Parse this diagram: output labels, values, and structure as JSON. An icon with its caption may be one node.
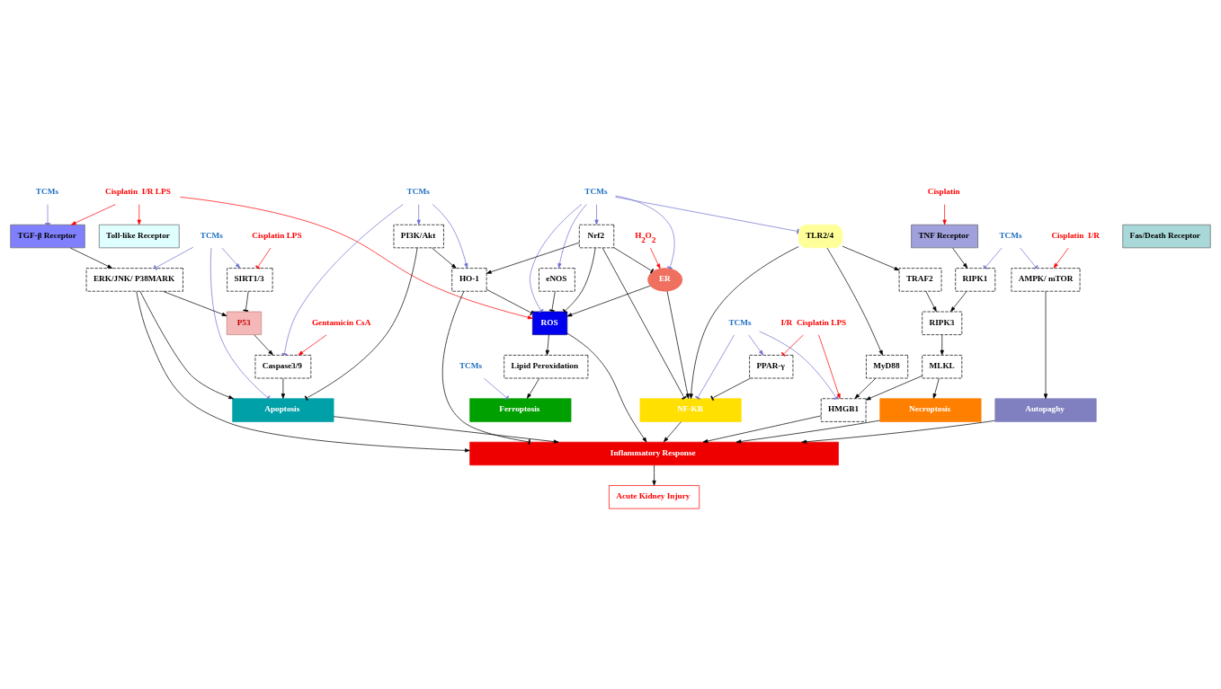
{
  "diagram": {
    "nodes": [
      {
        "text": [
          "Gentamicin CsA"
        ]
      },
      {
        "text": [
          "Cisplatin LPS"
        ]
      },
      {
        "text": [
          "TCMs"
        ]
      },
      {
        "text": [
          "Cisplatin  I/R LPS"
        ]
      },
      {
        "text": [
          "I/R  Cisplatin LPS"
        ]
      },
      {
        "text": [
          "Cisplatin"
        ]
      },
      {
        "text": [
          "Cisplatin  I/R"
        ]
      },
      {
        "text": [
          "TGF-β Receptor"
        ]
      },
      {
        "text": [
          "Toll-like Receptor"
        ]
      },
      {
        "text": [
          "TNF Receptor"
        ]
      },
      {
        "text": [
          "Fas/Death Receptor"
        ]
      },
      {
        "text": [
          "TLR2/4"
        ]
      },
      {
        "text": [
          "eNOS"
        ]
      },
      {
        "text": [
          "TCMs"
        ]
      },
      {
        "text": [
          "ROS"
        ]
      },
      {
        "text": [
          "MyD88"
        ]
      },
      {
        "text": [
          "TRAF2"
        ]
      },
      {
        "text": [
          "TCMs"
        ]
      },
      {
        "text": [
          "RIPK1"
        ]
      },
      {
        "text": [
          "AMPK/ mTOR"
        ]
      },
      {
        "text": [
          "TCMs"
        ]
      },
      {
        "text": [
          "ERK/JNK/ P38MARK"
        ]
      },
      {
        "text": [
          "SIRT1/3"
        ]
      },
      {
        "text": [
          "P53"
        ]
      },
      {
        "text": [
          "PI3K/Akt"
        ]
      },
      {
        "text": [
          "ER"
        ]
      },
      {
        "text": [
          "H$_{2}$O$_{2}$"
        ]
      },
      {
        "text": [
          "HO-1"
        ]
      },
      {
        "text": [
          "Nrf2"
        ]
      },
      {
        "text": [
          "RIPK3"
        ]
      },
      {
        "text": [
          "MLKL"
        ]
      },
      {
        "text": [
          "PPAR-γ"
        ]
      },
      {
        "text": [
          "Lipid Peroxidation"
        ]
      },
      {
        "text": [
          "HMGB1"
        ]
      },
      {
        "text": [
          "Caspase3/9"
        ]
      },
      {
        "text": [
          "TCMs"
        ]
      },
      {
        "text": [
          "TCMs"
        ]
      },
      {
        "text": [
          "TCMs"
        ]
      },
      {
        "text": [
          "Apoptosis"
        ]
      },
      {
        "text": [
          "Ferroptosis"
        ]
      },
      {
        "text": [
          "NF-KB"
        ]
      },
      {
        "text": [
          "Necroptosis"
        ]
      },
      {
        "text": [
          "Autopaghy"
        ]
      },
      {
        "text": [
          "Inflammatory Response"
        ]
      },
      {
        "text": [
          "Acute Kidney Injury"
        ]
      }
    ],
    "edges": [
      {
        "from": 0,
        "to": 34,
        "arrow": "to",
        "color": "#ff0000"
      },
      {
        "from": 1,
        "to": 22,
        "arrow": "other",
        "color": "#ff0000"
      },
      {
        "from": 2,
        "to": 7,
        "arrow": "other",
        "color": "#7070d0"
      },
      {
        "from": 3,
        "to": 7,
        "arrow": "to",
        "color": "#ff0000"
      },
      {
        "from": 3,
        "to": 8,
        "arrow": "to",
        "color": "#ff0000"
      },
      {
        "from": 3,
        "to": 14,
        "arrow": "to",
        "color": "#ff0000"
      },
      {
        "from": 4,
        "to": 31,
        "arrow": "other",
        "color": "#ff0000"
      },
      {
        "from": 4,
        "to": 33,
        "arrow": "to",
        "color": "#ff0000"
      },
      {
        "from": 5,
        "to": 9,
        "arrow": "to",
        "color": "#ff0000"
      },
      {
        "from": 6,
        "to": 19,
        "arrow": "to",
        "color": "#ff0000"
      },
      {
        "from": 7,
        "to": 21,
        "arrow": "to"
      },
      {
        "from": 9,
        "to": 18,
        "arrow": "to"
      },
      {
        "from": 11,
        "to": 15,
        "arrow": "to"
      },
      {
        "from": 11,
        "to": 16,
        "arrow": "to"
      },
      {
        "from": 11,
        "to": 40,
        "arrow": "to"
      },
      {
        "from": 13,
        "to": 12,
        "arrow": "to",
        "color": "#7070d0"
      },
      {
        "from": 13,
        "to": 11,
        "arrow": "other",
        "color": "#7070d0"
      },
      {
        "from": 13,
        "to": 14,
        "arrow": "other",
        "color": "#7070d0"
      },
      {
        "from": 13,
        "to": 25,
        "arrow": "other",
        "color": "#7070d0"
      },
      {
        "from": 13,
        "to": 28,
        "arrow": "to",
        "color": "#7070d0"
      },
      {
        "from": 12,
        "to": 14,
        "arrow": "other"
      },
      {
        "from": 17,
        "to": 18,
        "arrow": "other",
        "color": "#7070d0"
      },
      {
        "from": 17,
        "to": 19,
        "arrow": "other",
        "color": "#7070d0"
      },
      {
        "from": 20,
        "to": 21,
        "arrow": "other",
        "color": "#7070d0"
      },
      {
        "from": 20,
        "to": 22,
        "arrow": "to",
        "color": "#7070d0"
      },
      {
        "from": 20,
        "to": 38,
        "arrow": "other",
        "color": "#7070d0"
      },
      {
        "from": 21,
        "to": 23,
        "arrow": "to"
      },
      {
        "from": 21,
        "to": 38,
        "arrow": "to"
      },
      {
        "from": 21,
        "to": 43,
        "arrow": "to"
      },
      {
        "from": 22,
        "to": 23,
        "arrow": "other"
      },
      {
        "from": 23,
        "to": 34,
        "arrow": "to"
      },
      {
        "from": 34,
        "to": 38,
        "arrow": "to"
      },
      {
        "from": 35,
        "to": 34,
        "arrow": "other",
        "color": "#7070d0"
      },
      {
        "from": 35,
        "to": 24,
        "arrow": "to",
        "color": "#7070d0"
      },
      {
        "from": 35,
        "to": 27,
        "arrow": "to",
        "color": "#7070d0"
      },
      {
        "from": 24,
        "to": 27,
        "arrow": "to"
      },
      {
        "from": 24,
        "to": 38,
        "arrow": "other"
      },
      {
        "from": 27,
        "to": 14,
        "arrow": "other"
      },
      {
        "from": 27,
        "to": 43,
        "arrow": "other"
      },
      {
        "from": 14,
        "to": 32,
        "arrow": "to"
      },
      {
        "from": 14,
        "to": 43,
        "arrow": "to"
      },
      {
        "from": 28,
        "to": 14,
        "arrow": "other"
      },
      {
        "from": 28,
        "to": 27,
        "arrow": "to"
      },
      {
        "from": 28,
        "to": 40,
        "arrow": "other"
      },
      {
        "from": 28,
        "to": 25,
        "arrow": "other"
      },
      {
        "from": 25,
        "to": 14,
        "arrow": "to"
      },
      {
        "from": 26,
        "to": 25,
        "arrow": "to",
        "color": "#ff0000"
      },
      {
        "from": 25,
        "to": 40,
        "arrow": "to"
      },
      {
        "from": 15,
        "to": 33,
        "arrow": "to"
      },
      {
        "from": 16,
        "to": 29,
        "arrow": "to"
      },
      {
        "from": 18,
        "to": 29,
        "arrow": "to"
      },
      {
        "from": 29,
        "to": 30,
        "arrow": "to"
      },
      {
        "from": 30,
        "to": 33,
        "arrow": "to"
      },
      {
        "from": 30,
        "to": 41,
        "arrow": "to"
      },
      {
        "from": 19,
        "to": 42,
        "arrow": "to"
      },
      {
        "from": 32,
        "to": 39,
        "arrow": "to"
      },
      {
        "from": 36,
        "to": 39,
        "arrow": "other",
        "color": "#7070d0"
      },
      {
        "from": 37,
        "to": 31,
        "arrow": "to",
        "color": "#7070d0"
      },
      {
        "from": 37,
        "to": 33,
        "arrow": "other",
        "color": "#7070d0"
      },
      {
        "from": 37,
        "to": 40,
        "arrow": "other",
        "color": "#7070d0"
      },
      {
        "from": 31,
        "to": 40,
        "arrow": "other"
      },
      {
        "from": 33,
        "to": 43,
        "arrow": "to"
      },
      {
        "from": 38,
        "to": 43,
        "arrow": "to"
      },
      {
        "from": 40,
        "to": 43,
        "arrow": "to"
      },
      {
        "from": 41,
        "to": 43,
        "arrow": "to"
      },
      {
        "from": 42,
        "to": 43,
        "arrow": "to"
      },
      {
        "from": 43,
        "to": 44,
        "arrow": "to"
      }
    ]
  }
}
